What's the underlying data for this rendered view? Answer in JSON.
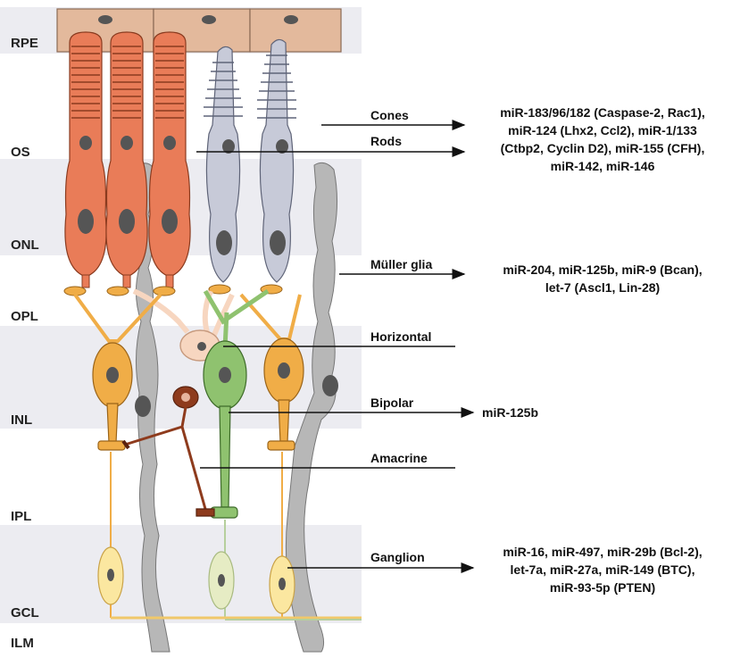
{
  "layers": {
    "rpe": "RPE",
    "os": "OS",
    "onl": "ONL",
    "opl": "OPL",
    "inl": "INL",
    "ipl": "IPL",
    "gcl": "GCL",
    "ilm": "ILM"
  },
  "cells": {
    "cones": "Cones",
    "rods": "Rods",
    "muller": "Müller glia",
    "horizontal": "Horizontal",
    "bipolar": "Bipolar",
    "amacrine": "Amacrine",
    "ganglion": "Ganglion"
  },
  "mirnas": {
    "photoreceptors": [
      "miR-183/96/182 (Caspase-2, Rac1),",
      "miR-124 (Lhx2, Ccl2), miR-1/133",
      "(Ctbp2, Cyclin D2), miR-155 (CFH),",
      "miR-142, miR-146"
    ],
    "muller": [
      "miR-204, miR-125b, miR-9 (Bcan),",
      "let-7 (Ascl1, Lin-28)"
    ],
    "bipolar": [
      "miR-125b"
    ],
    "ganglion": [
      "miR-16, miR-497, miR-29b (Bcl-2),",
      "let-7a, miR-27a, miR-149 (BTC),",
      "miR-93-5p (PTEN)"
    ]
  },
  "colors": {
    "band": "#ececf1",
    "rpe": "#e3b99c",
    "rod": "#e97c58",
    "cone": "#c7cad8",
    "muller": "#b7b7b7",
    "bipolar_orange": "#f0ad47",
    "horizontal": "#f7d6c0",
    "green_bipolar": "#8fc26f",
    "amacrine": "#8e3b1d",
    "ganglion_yellow": "#fbe7a0"
  }
}
